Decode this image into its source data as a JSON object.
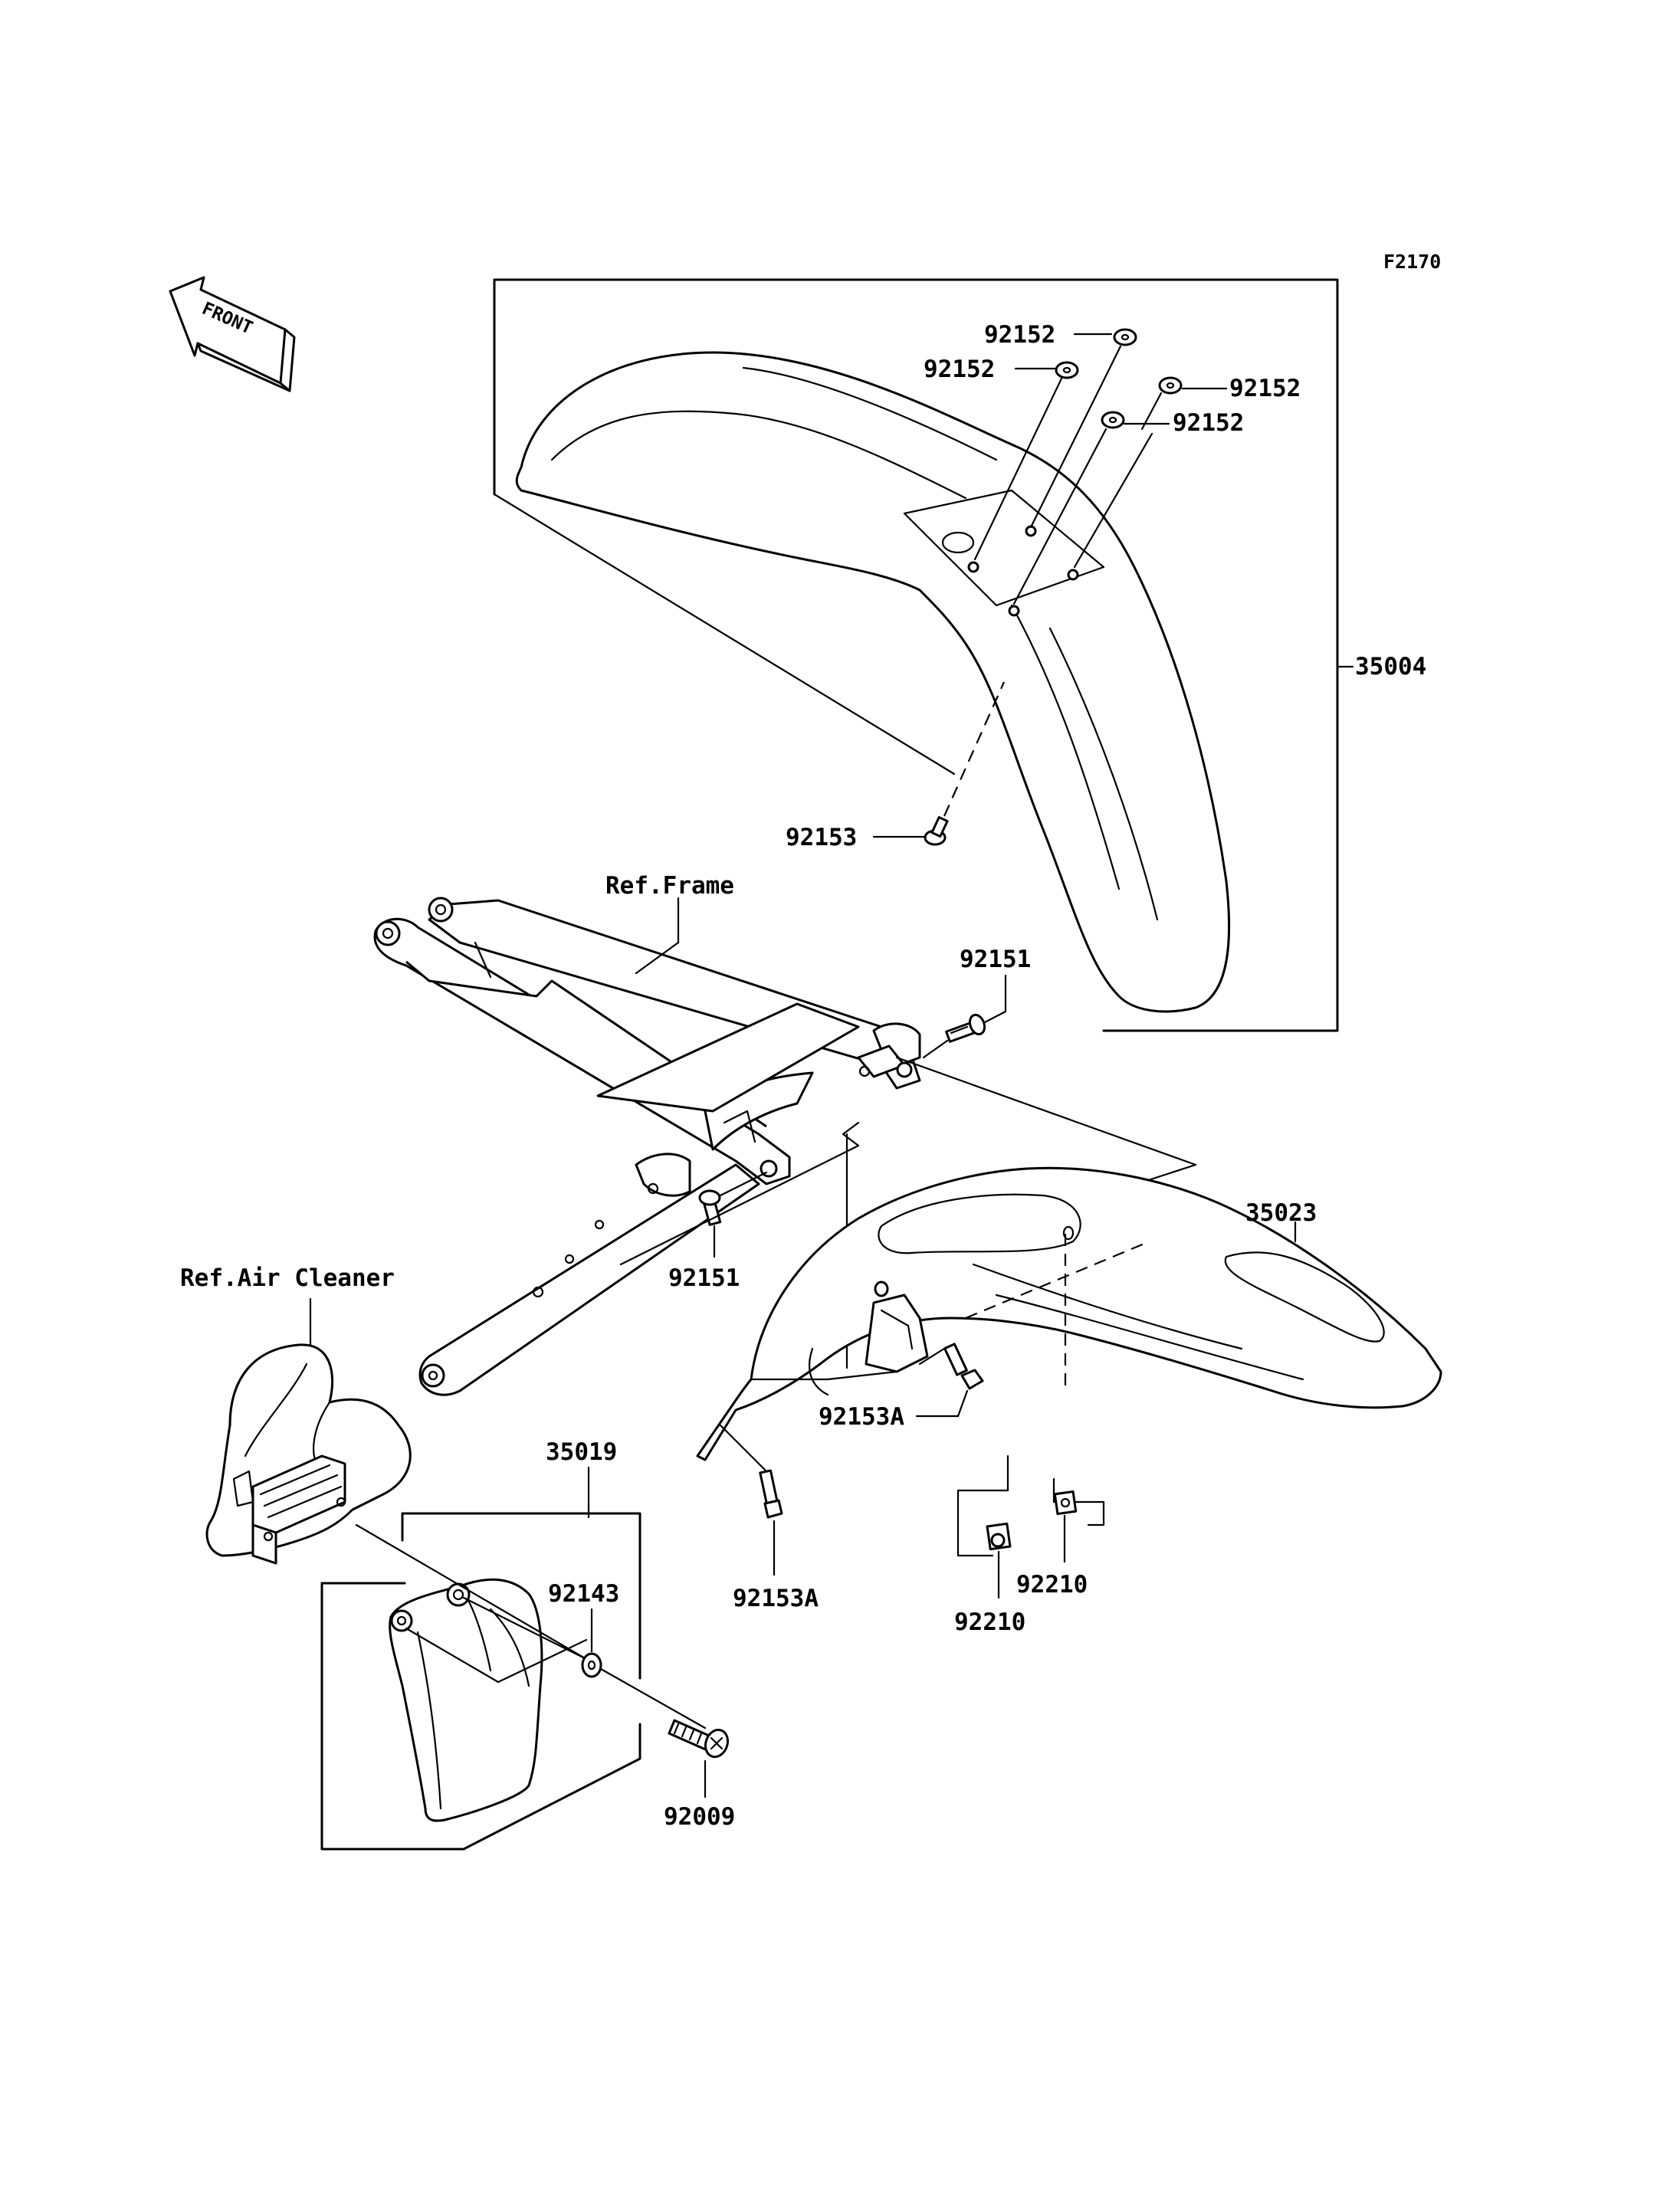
{
  "figure_code": "F2170",
  "direction_label": "FRONT",
  "labels": {
    "front_fender_assy": "35004",
    "washer_a": "92152",
    "washer_b": "92152",
    "washer_c": "92152",
    "washer_d": "92152",
    "front_bolt": "92153",
    "ref_frame": "Ref.Frame",
    "bolt_upper": "92151",
    "bolt_lower": "92151",
    "rear_fender": "35023",
    "bolt_a_right": "92153A",
    "bolt_a_lower": "92153A",
    "ref_air_cleaner": "Ref.Air Cleaner",
    "mud_flap": "35019",
    "washer_flap": "92143",
    "screw_flap": "92009",
    "nut_right": "92210",
    "nut_left": "92210"
  }
}
